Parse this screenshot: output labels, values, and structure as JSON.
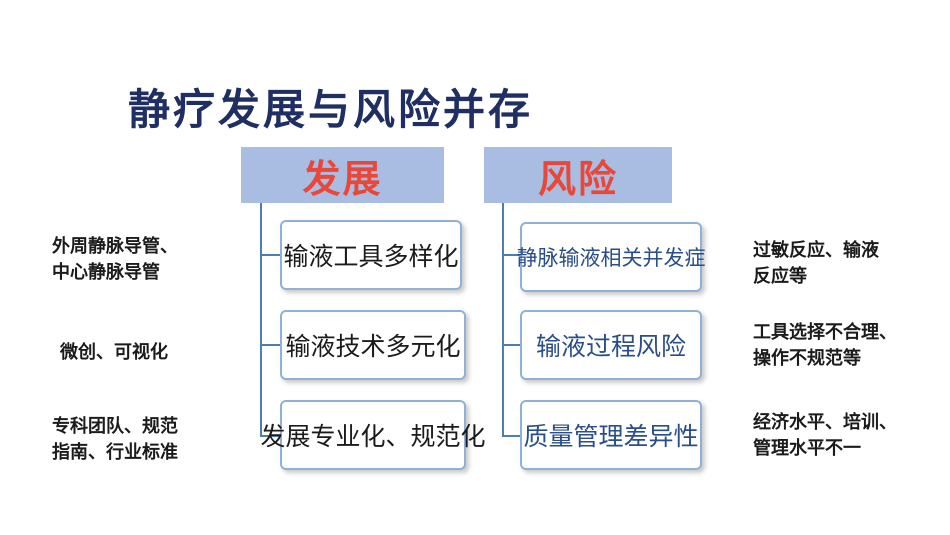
{
  "title": "静疗发展与风险并存",
  "development": {
    "header": "发展",
    "items": [
      "输液工具多样化",
      "输液技术多元化",
      "发展专业化、规范化"
    ]
  },
  "risk": {
    "header": "风险",
    "items": [
      "静脉输液相关并发症",
      "输液过程风险",
      "质量管理差异性"
    ]
  },
  "left_notes": [
    [
      "外周静脉导管、",
      "中心静脉导管"
    ],
    [
      "微创、可视化"
    ],
    [
      "专科团队、规范",
      "指南、行业标准"
    ]
  ],
  "right_notes": [
    [
      "过敏反应、输液",
      "反应等"
    ],
    [
      "工具选择不合理、",
      "操作不规范等"
    ],
    [
      "经济水平、培训、",
      "管理水平不一"
    ]
  ]
}
